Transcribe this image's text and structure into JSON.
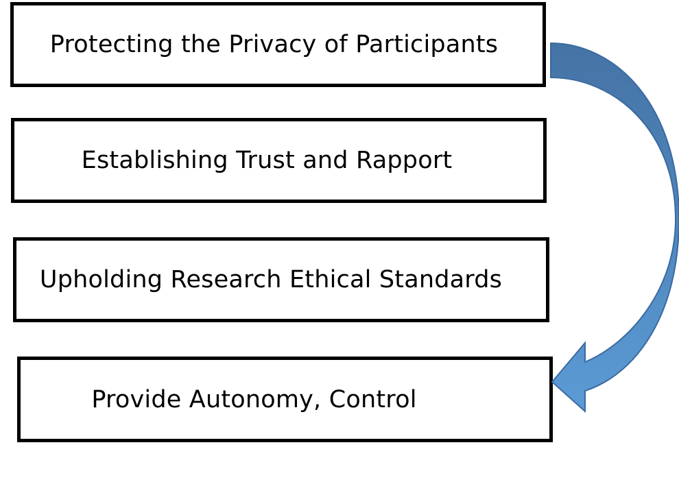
{
  "diagram": {
    "steps": [
      {
        "label": "Protecting the Privacy of Participants"
      },
      {
        "label": "Establishing Trust and Rapport"
      },
      {
        "label": "Upholding Research Ethical Standards"
      },
      {
        "label": "Provide Autonomy, Control"
      }
    ],
    "arrow": {
      "direction": "from first step to last step",
      "fill_color_top": "#4573a5",
      "fill_color_bottom": "#5b9bd5",
      "stroke_color": "#3b6aa0"
    },
    "box_border_color": "#000000",
    "background_color": "#ffffff"
  }
}
